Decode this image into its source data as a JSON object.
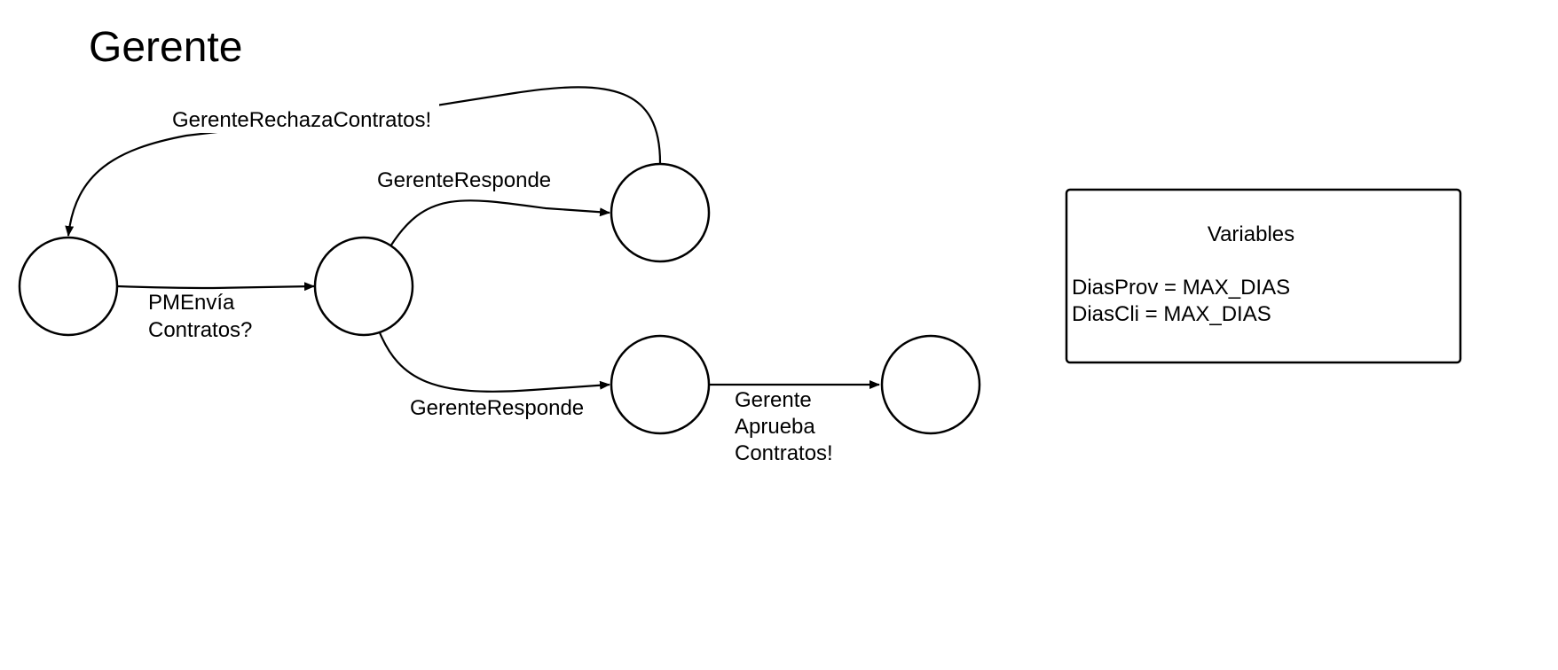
{
  "title": "Gerente",
  "states": [
    {
      "id": "s0"
    },
    {
      "id": "s1"
    },
    {
      "id": "s2"
    },
    {
      "id": "s3"
    },
    {
      "id": "s4"
    }
  ],
  "transitions": [
    {
      "id": "t_pm_envia",
      "from": "s0",
      "to": "s1",
      "label_lines": [
        "PMEnvía",
        "Contratos?"
      ]
    },
    {
      "id": "t_responde_top",
      "from": "s1",
      "to": "s2",
      "label_lines": [
        "GerenteResponde"
      ]
    },
    {
      "id": "t_responde_bottom",
      "from": "s1",
      "to": "s3",
      "label_lines": [
        "GerenteResponde"
      ]
    },
    {
      "id": "t_rechaza",
      "from": "s2",
      "to": "s0",
      "label_lines": [
        "GerenteRechazaContratos!"
      ]
    },
    {
      "id": "t_aprueba",
      "from": "s3",
      "to": "s4",
      "label_lines": [
        "Gerente",
        "Aprueba",
        "Contratos!"
      ]
    }
  ],
  "variables": {
    "heading": "Variables",
    "lines": [
      "DiasProv = MAX_DIAS",
      "DiasCli = MAX_DIAS"
    ]
  },
  "colors": {
    "stroke": "#000000",
    "background": "#ffffff"
  }
}
